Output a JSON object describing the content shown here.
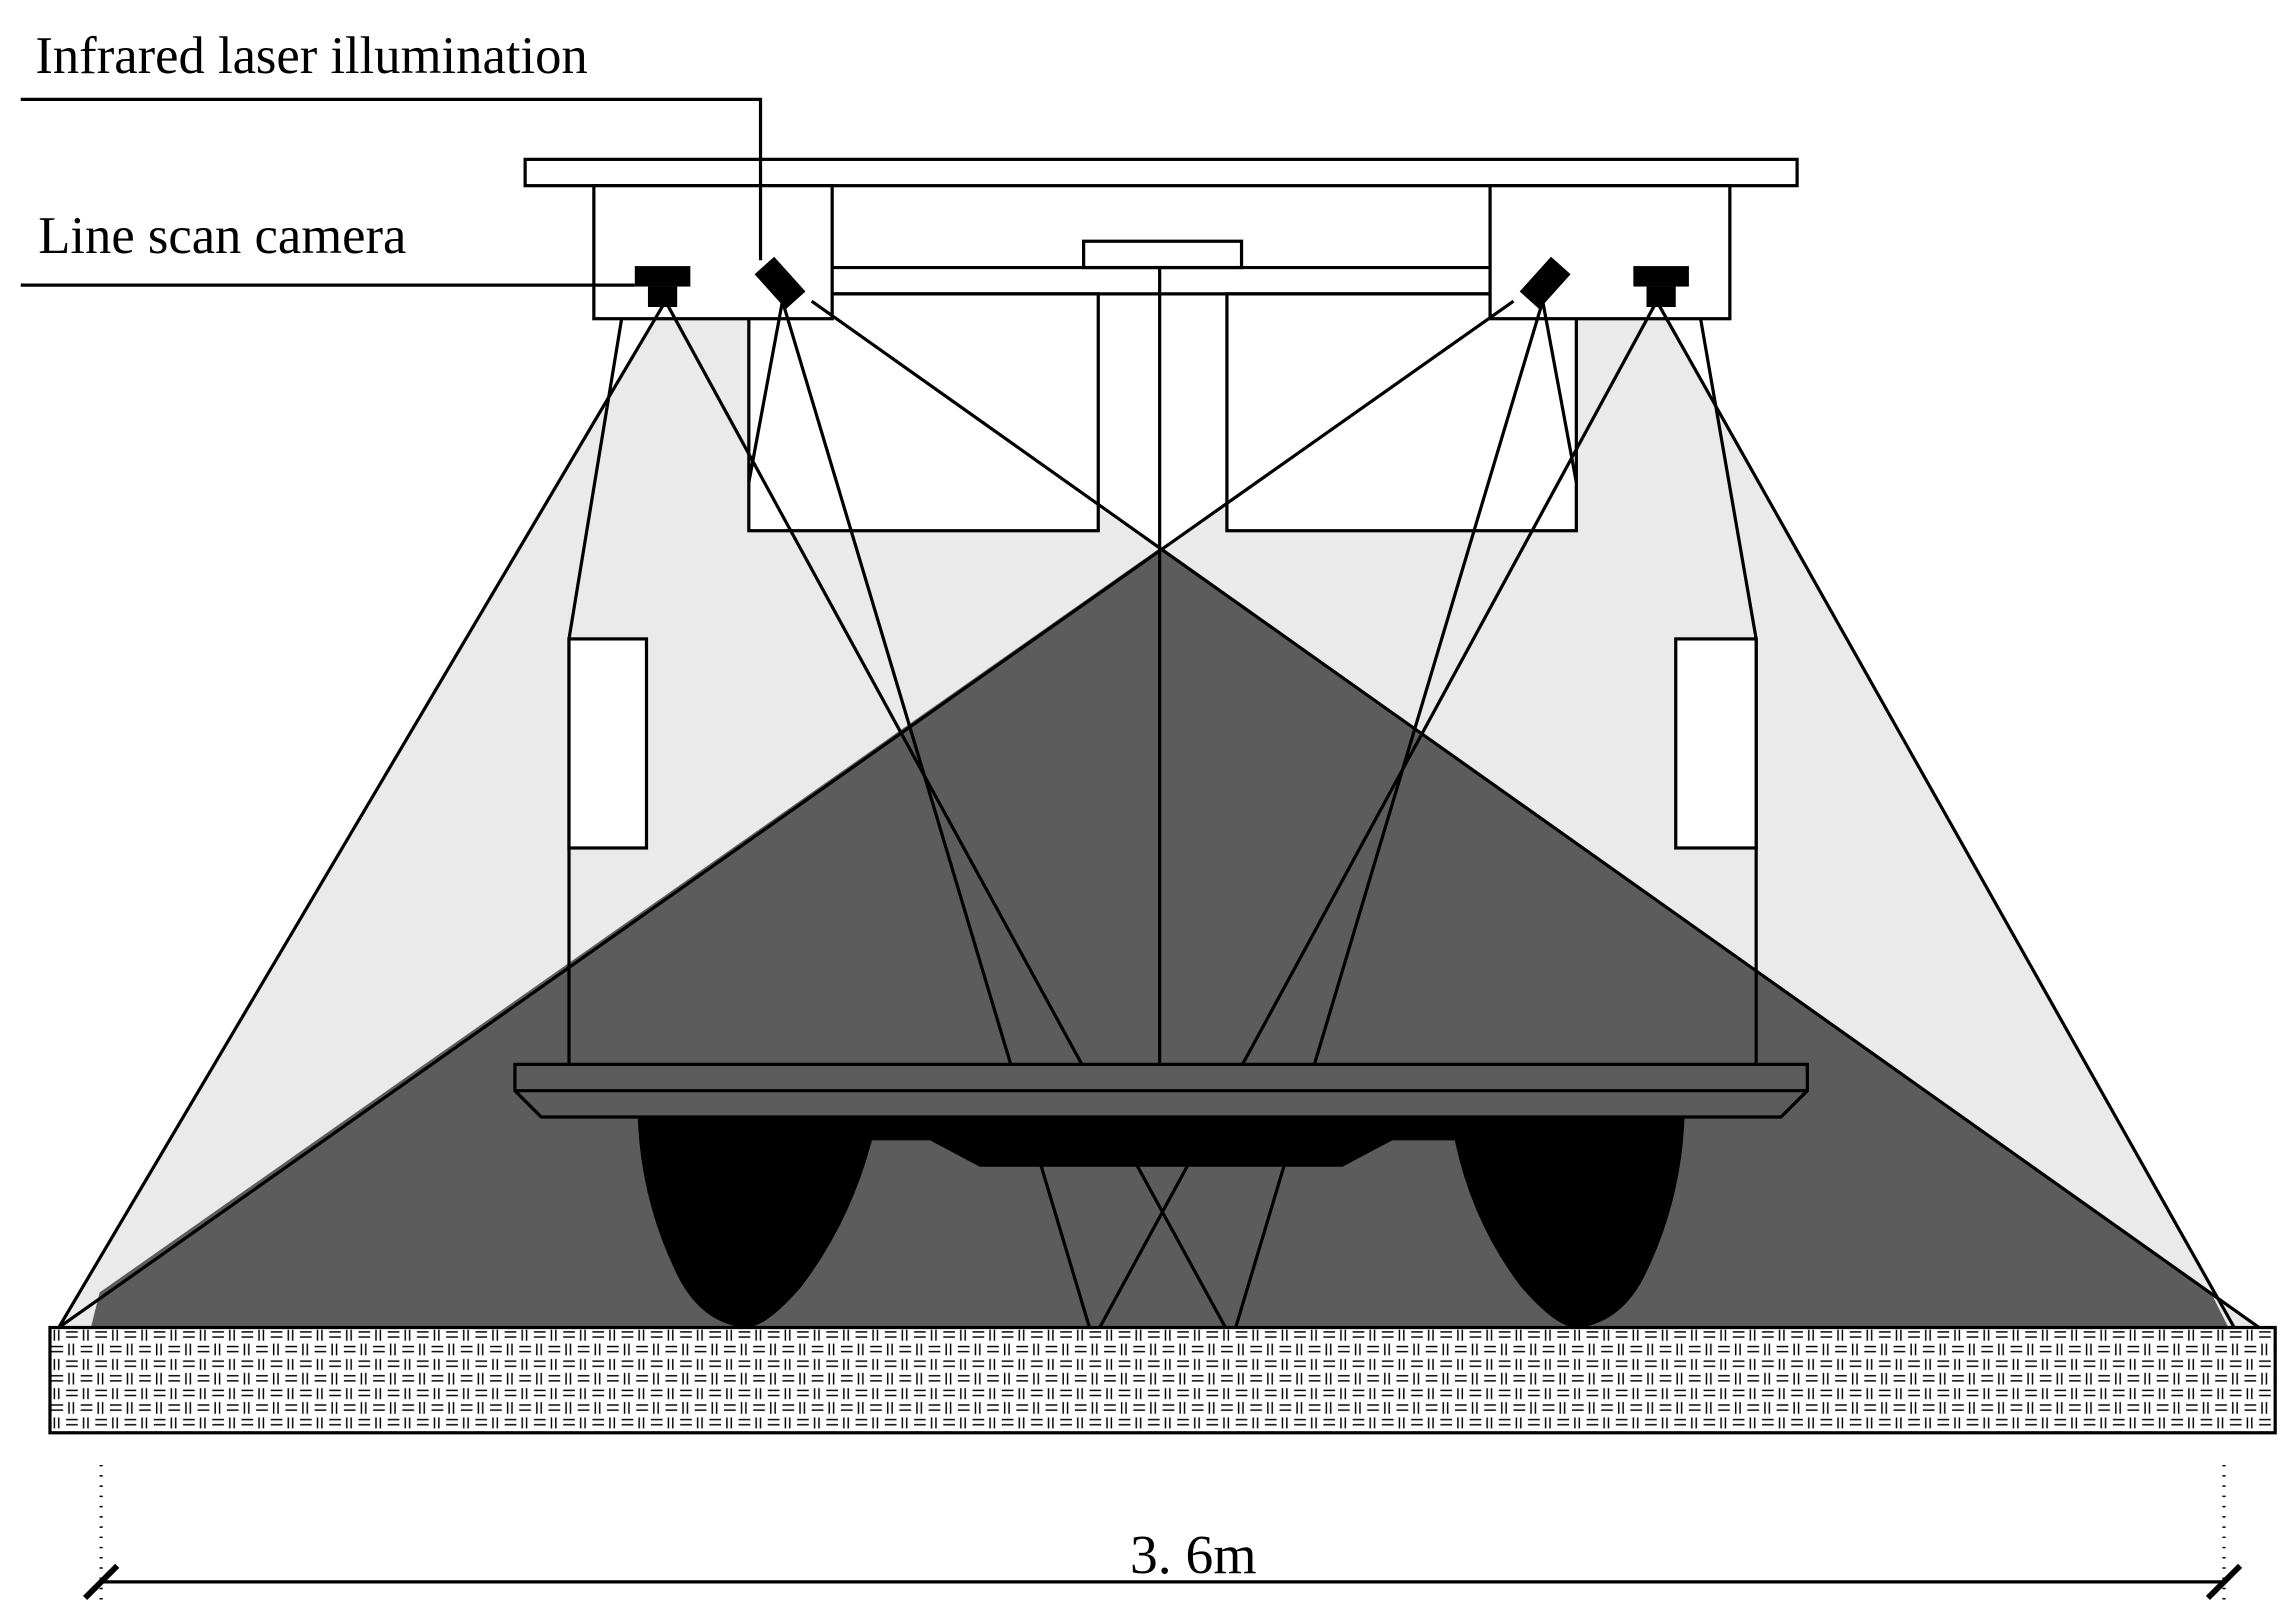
{
  "labels": {
    "laser": "Infrared laser illumination",
    "camera": "Line scan camera"
  },
  "dimension": {
    "text": "3. 6m"
  },
  "colors": {
    "light_field": "#eaeaea",
    "dark_field": "#5c5c5c",
    "device": "#000000",
    "ground": "#ffffff",
    "line": "#000000"
  },
  "icons": {
    "camera": "line-scan-camera-icon",
    "laser": "infrared-laser-icon",
    "ground": "pavement-texture-pattern"
  }
}
